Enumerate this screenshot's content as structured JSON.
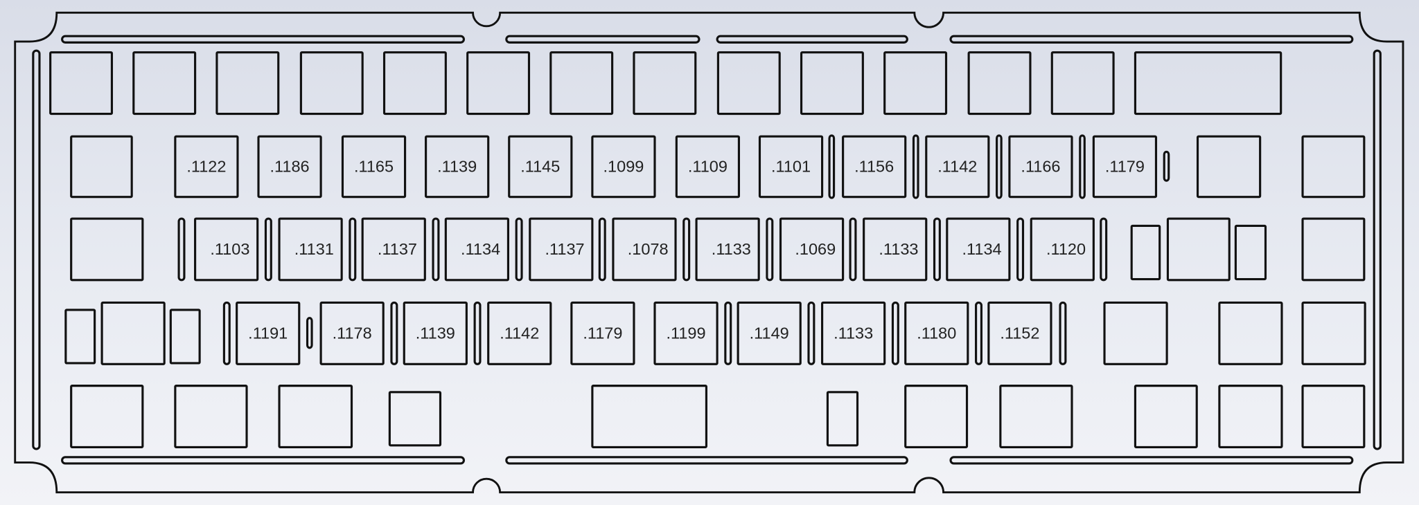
{
  "drawing": {
    "row2_labels": [
      ".1122",
      ".1186",
      ".1165",
      ".1139",
      ".1145",
      ".1099",
      ".1109",
      ".1101",
      ".1156",
      ".1142",
      ".1166",
      ".1179"
    ],
    "row3_labels": [
      ".1103",
      ".1131",
      ".1137",
      ".1134",
      ".1137",
      ".1078",
      ".1133",
      ".1069",
      ".1133",
      ".1134",
      ".1120"
    ],
    "row4_labels": [
      ".1191",
      ".1178",
      ".1139",
      ".1142",
      ".1179",
      ".1199",
      ".1149",
      ".1133",
      ".1180",
      ".1152"
    ]
  },
  "colors": {
    "line": "#111111",
    "background": "#e4e7ef"
  }
}
